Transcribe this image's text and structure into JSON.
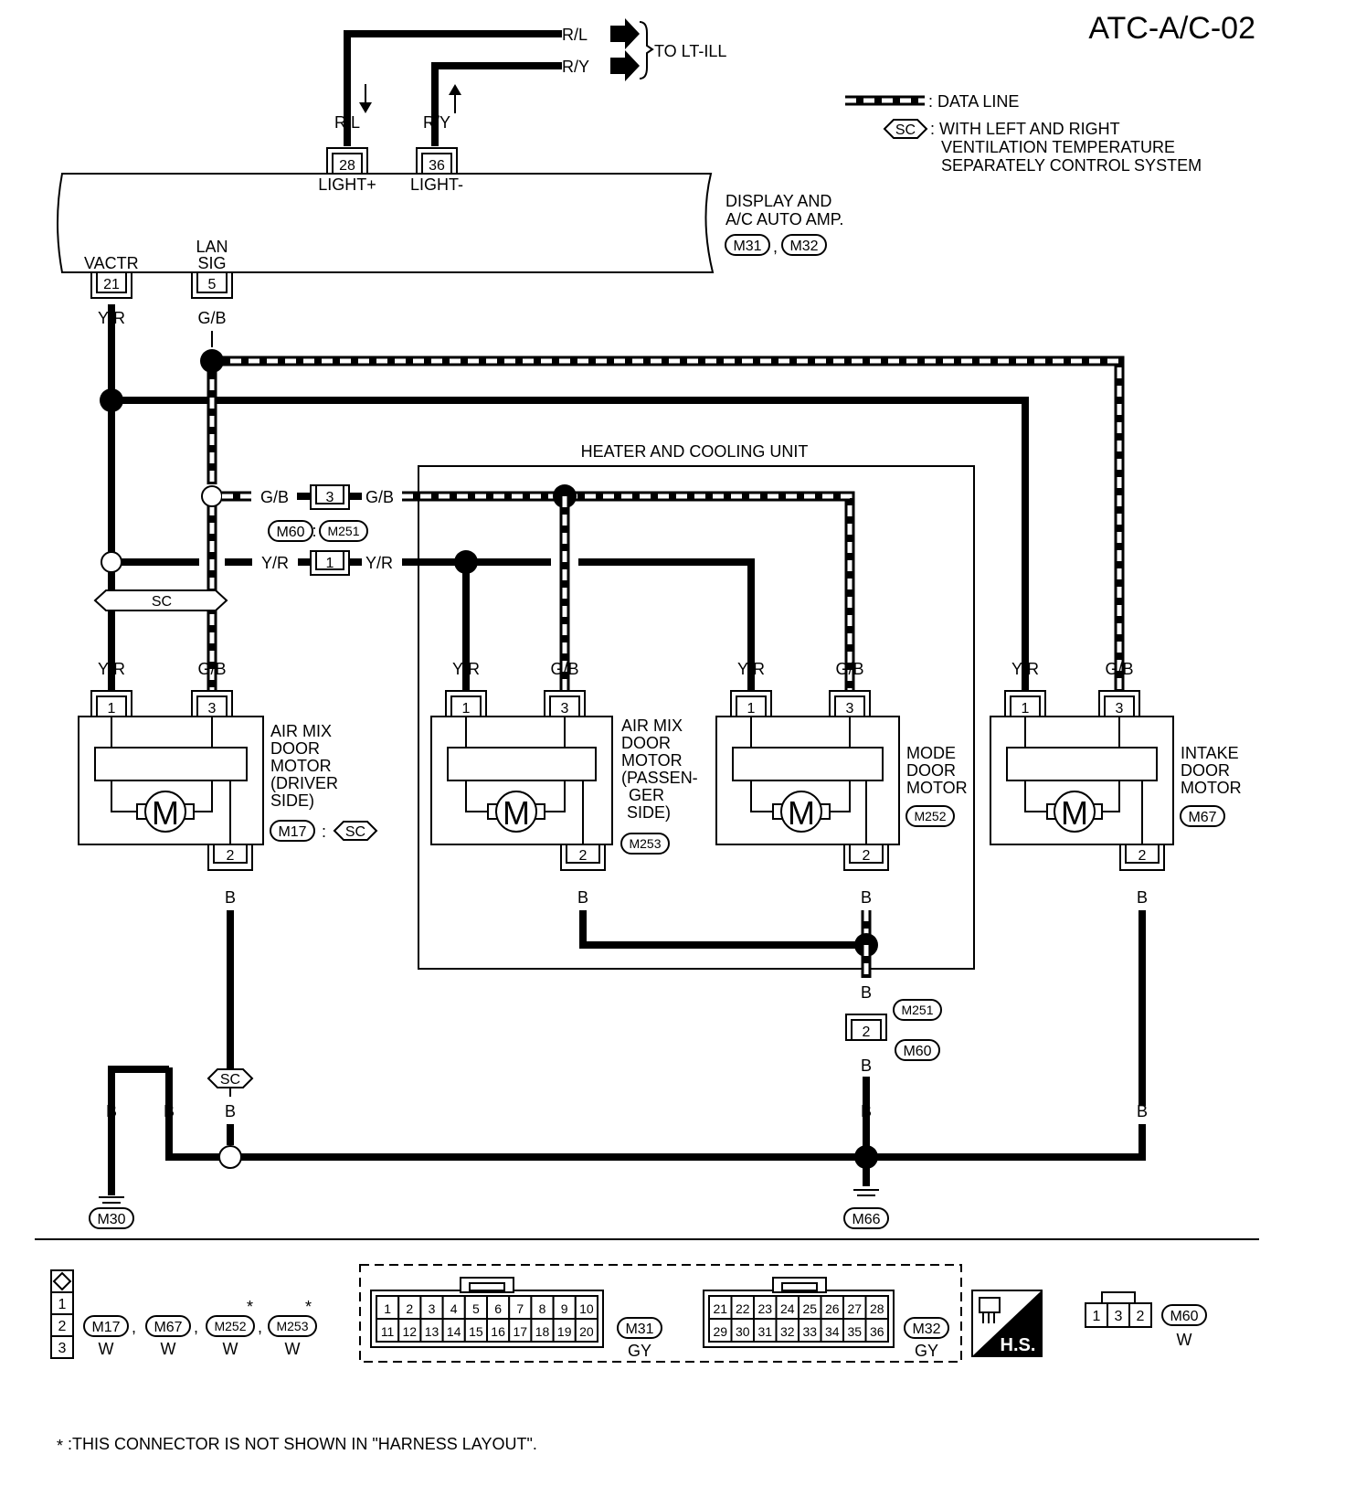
{
  "diagram_id": "ATC-A/C-02",
  "legend": {
    "data_line": ": DATA LINE",
    "sc_symbol": "SC",
    "sc_line1": ": WITH LEFT AND RIGHT",
    "sc_line2": "VENTILATION TEMPERATURE",
    "sc_line3": "SEPARATELY CONTROL SYSTEM"
  },
  "top": {
    "to_lt_ill": "TO LT-ILL",
    "wire_rl": "R/L",
    "wire_ry": "R/Y"
  },
  "amp": {
    "name_line1": "DISPLAY AND",
    "name_line2": "A/C AUTO AMP.",
    "conn1": "M31",
    "conn2": "M32",
    "sep": ",",
    "pin28": "28",
    "pin36": "36",
    "pin21": "21",
    "pin5": "5",
    "label_light_plus": "LIGHT+",
    "label_light_minus": "LIGHT-",
    "label_vactr": "VACTR",
    "label_lan": "LAN",
    "label_sig": "SIG"
  },
  "wires": {
    "yr": "Y/R",
    "gb": "G/B",
    "b": "B"
  },
  "mid_connectors": {
    "pin3": "3",
    "pin1": "1",
    "m60": "M60",
    "m251": "M251",
    "sc": "SC"
  },
  "hvac_unit": "HEATER AND COOLING UNIT",
  "motors": [
    {
      "lines": [
        "AIR MIX",
        "DOOR",
        "MOTOR",
        "(DRIVER",
        " SIDE)"
      ],
      "conn": "M17",
      "extra": "SC",
      "colon": ":",
      "p1": "1",
      "p3": "3",
      "p2": "2",
      "m": "M"
    },
    {
      "lines": [
        "AIR MIX",
        "DOOR",
        "MOTOR",
        "(PASSEN-",
        "GER",
        "SIDE)"
      ],
      "conn": "M253",
      "p1": "1",
      "p3": "3",
      "p2": "2",
      "m": "M"
    },
    {
      "lines": [
        "MODE",
        "DOOR",
        "MOTOR"
      ],
      "conn": "M252",
      "p1": "1",
      "p3": "3",
      "p2": "2",
      "m": "M"
    },
    {
      "lines": [
        "INTAKE",
        "DOOR",
        "MOTOR"
      ],
      "conn": "M67",
      "p1": "1",
      "p3": "3",
      "p2": "2",
      "m": "M"
    }
  ],
  "ground": {
    "m30": "M30",
    "m66": "M66",
    "m251": "M251",
    "m60": "M60",
    "pin2": "2",
    "sc": "SC"
  },
  "footer": {
    "small_conn_pins": [
      "1",
      "2",
      "3"
    ],
    "small_conns": [
      {
        "id": "M17",
        "color": "W",
        "star": ""
      },
      {
        "id": "M67",
        "color": "W",
        "star": ""
      },
      {
        "id": "M252",
        "color": "W",
        "star": "*"
      },
      {
        "id": "M253",
        "color": "W",
        "star": "*"
      }
    ],
    "m31_top": [
      "1",
      "2",
      "3",
      "4",
      "5",
      "6",
      "7",
      "8",
      "9",
      "10"
    ],
    "m31_bot": [
      "11",
      "12",
      "13",
      "14",
      "15",
      "16",
      "17",
      "18",
      "19",
      "20"
    ],
    "m31_id": "M31",
    "m31_color": "GY",
    "m32_top": [
      "21",
      "22",
      "23",
      "24",
      "25",
      "26",
      "27",
      "28"
    ],
    "m32_bot": [
      "29",
      "30",
      "31",
      "32",
      "33",
      "34",
      "35",
      "36"
    ],
    "m32_id": "M32",
    "m32_color": "GY",
    "hs": "H.S.",
    "m60_pins": [
      "1",
      "3",
      "2"
    ],
    "m60_id": "M60",
    "m60_color": "W",
    "note_star": "*",
    "note": ":THIS CONNECTOR IS NOT SHOWN IN \"HARNESS LAYOUT\"."
  }
}
